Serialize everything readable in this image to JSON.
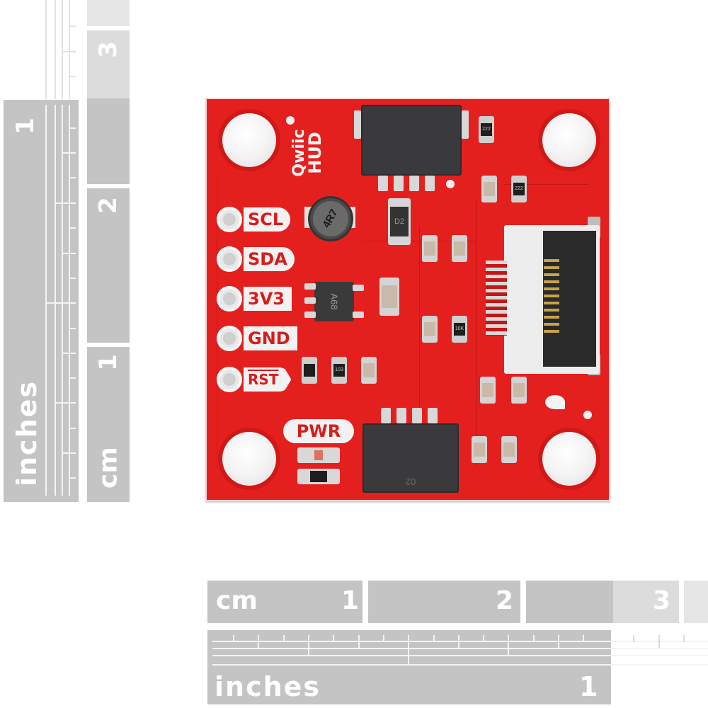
{
  "scene": {
    "description": "Product photo of a red SparkFun Qwiic HUD breakout board with cm/inch scale rulers",
    "background_color": "#ffffff",
    "board_color": "#e4201f"
  },
  "board": {
    "title_line1": "Qwiic",
    "title_line2": "HUD",
    "pins": [
      {
        "label": "SCL"
      },
      {
        "label": "SDA"
      },
      {
        "label": "3V3"
      },
      {
        "label": "GND"
      },
      {
        "label": "RST"
      }
    ],
    "pwr_label": "PWR",
    "inductor_marking": "4R7",
    "diode_marking": "D2",
    "regulator_marking": "A68",
    "resistor_markings": [
      "222",
      "222",
      "10K",
      "103"
    ],
    "bottom_connector_marking": "02"
  },
  "rulers": {
    "left_cm": {
      "unit_label": "cm",
      "numbers": [
        "1",
        "2",
        "3"
      ]
    },
    "left_inches": {
      "unit_label": "inches",
      "numbers": [
        "1"
      ]
    },
    "bottom_cm": {
      "unit_label": "cm",
      "numbers": [
        "1",
        "2",
        "3"
      ]
    },
    "bottom_inches": {
      "unit_label": "inches",
      "numbers": [
        "1"
      ]
    }
  }
}
